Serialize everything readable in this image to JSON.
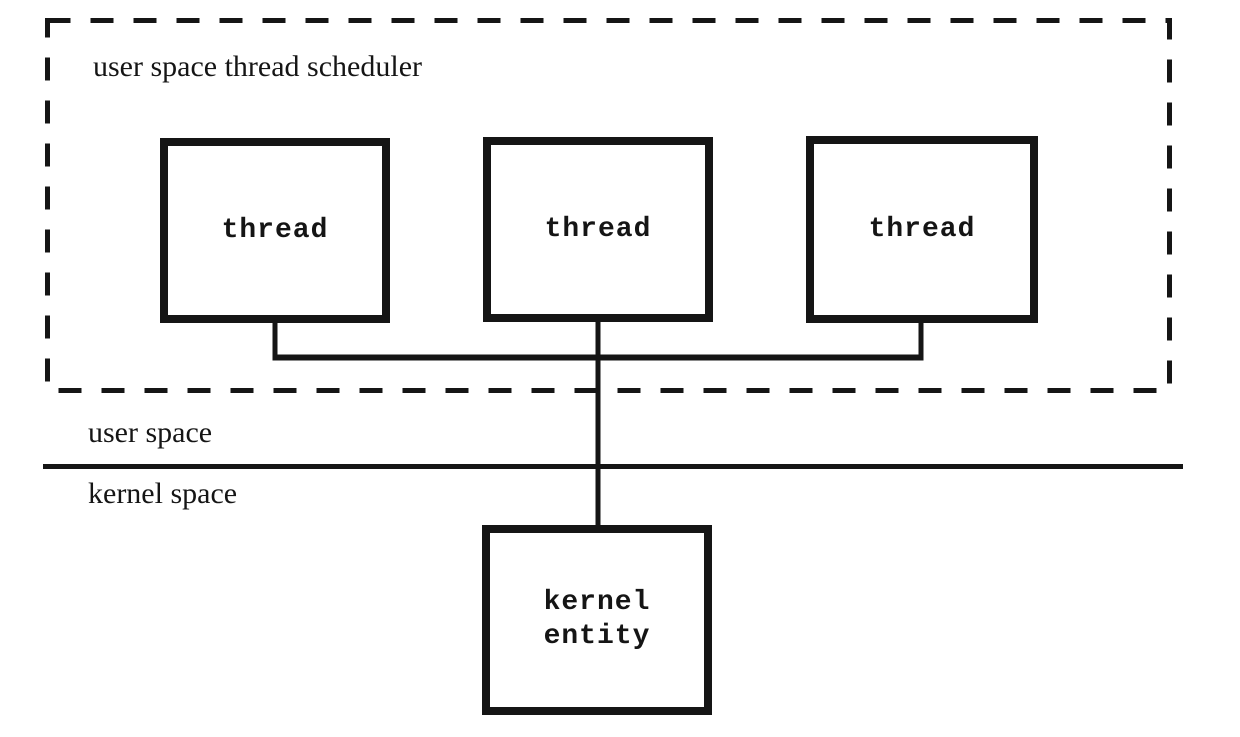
{
  "diagram": {
    "title": "user space thread scheduler",
    "regions": {
      "user_space_label": "user space",
      "kernel_space_label": "kernel space"
    },
    "thread_boxes": [
      {
        "label": "thread"
      },
      {
        "label": "thread"
      },
      {
        "label": "thread"
      }
    ],
    "kernel_entity": {
      "lines": [
        "kernel",
        "entity"
      ]
    },
    "colors": {
      "line": "#151515",
      "background": "#ffffff"
    }
  }
}
